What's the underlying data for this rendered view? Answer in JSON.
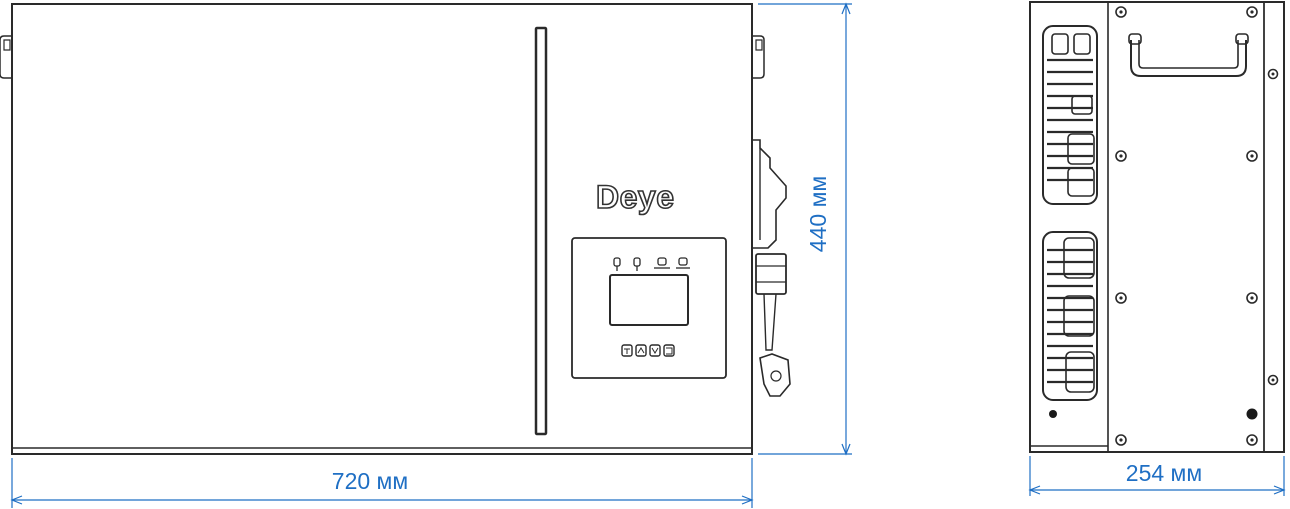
{
  "brand": {
    "logo_text": "Deye"
  },
  "dimensions": {
    "width_label": "720 мм",
    "height_label": "440 мм",
    "depth_label": "254 мм"
  },
  "colors": {
    "dimension_line": "#1f6fc4",
    "outline": "#2a2a2a"
  }
}
